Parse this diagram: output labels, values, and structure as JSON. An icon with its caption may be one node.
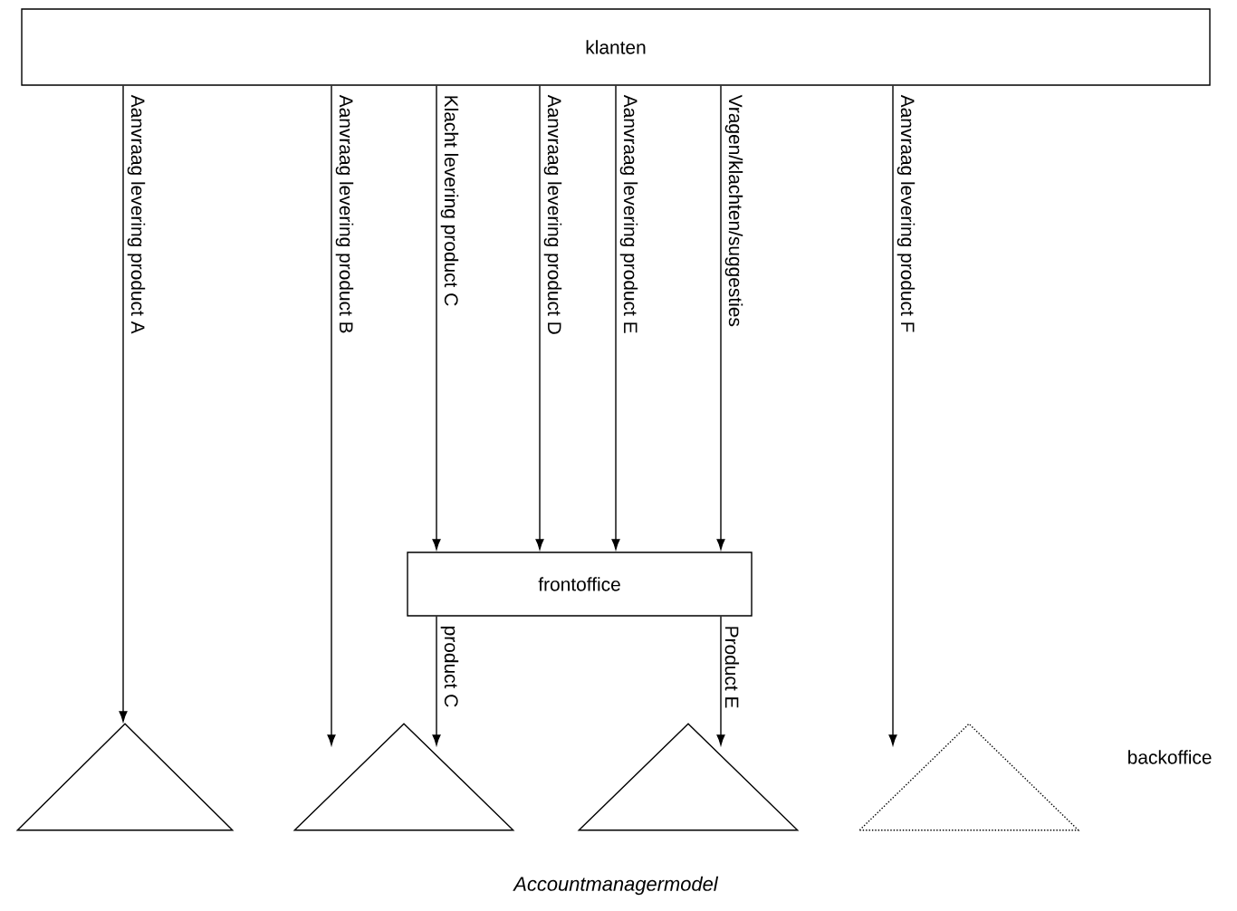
{
  "diagram": {
    "caption": "Accountmanagermodel",
    "nodes": [
      {
        "text": [
          "klanten"
        ]
      },
      {
        "text": [
          "frontoffice"
        ]
      },
      {
        "text": [],
        "shape": "triangle"
      },
      {
        "text": [],
        "shape": "triangle"
      },
      {
        "text": [],
        "shape": "triangle"
      },
      {
        "text": [],
        "shape": "triangle"
      }
    ],
    "edges": [
      {
        "from": 0,
        "to": 2,
        "arrow": "to",
        "label": "Aanvraag levering product A"
      },
      {
        "from": 0,
        "to": 3,
        "arrow": "to",
        "label": "Aanvraag levering product B"
      },
      {
        "from": 0,
        "to": 1,
        "arrow": "to",
        "label": "Klacht levering product C"
      },
      {
        "from": 0,
        "to": 1,
        "arrow": "to",
        "label": "Aanvraag levering product D"
      },
      {
        "from": 0,
        "to": 1,
        "arrow": "to",
        "label": "Aanvraag levering product E"
      },
      {
        "from": 0,
        "to": 1,
        "arrow": "to",
        "label": "Vragen/klachten/suggesties"
      },
      {
        "from": 0,
        "to": 5,
        "arrow": "to",
        "label": "Aanvraag levering product F"
      },
      {
        "from": 1,
        "to": 3,
        "arrow": "to",
        "label": "product C"
      },
      {
        "from": 1,
        "to": 4,
        "arrow": "to",
        "label": "Product E"
      }
    ],
    "labels": [
      "backoffice"
    ]
  }
}
